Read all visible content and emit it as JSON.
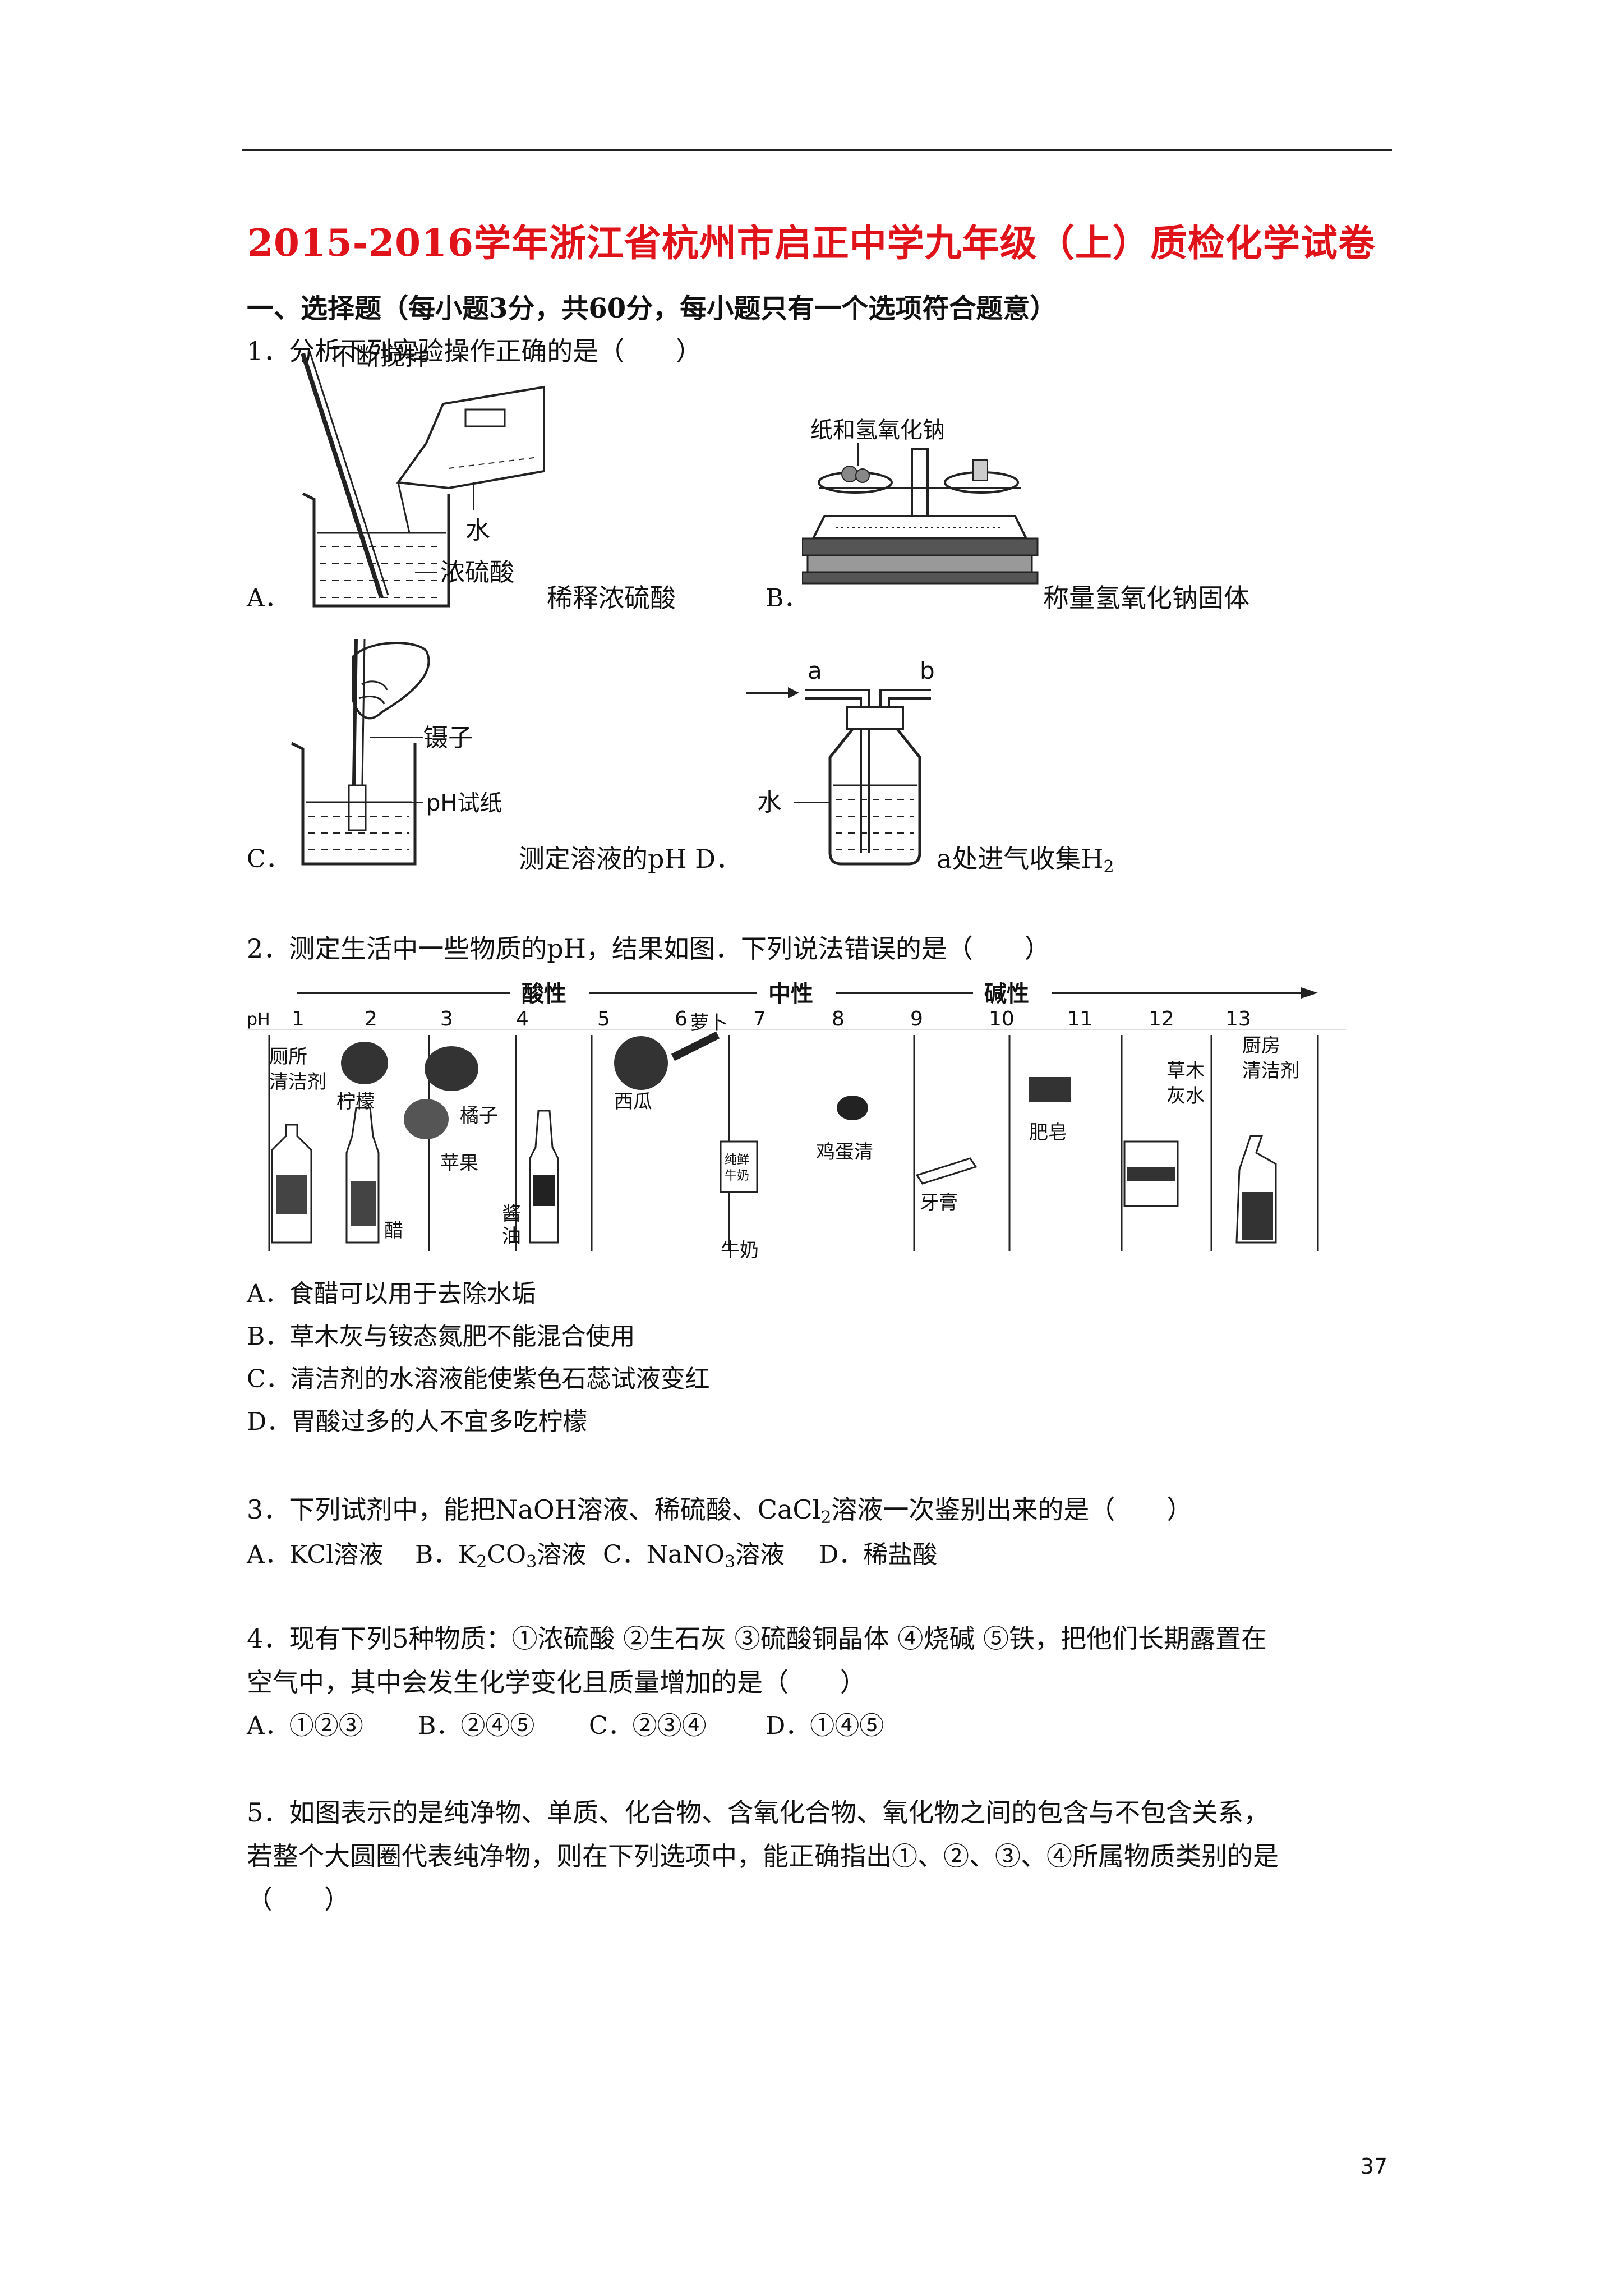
{
  "title": "2015-2016学年浙江省杭州市启正中学九年级（上）质检化学试卷",
  "section": "一、选择题（每小题3分，共60分，每小题只有一个选项符合题意）",
  "q1": {
    "stem": "1．分析下列实验操作正确的是（　　）",
    "a_letter": "A．",
    "a_caption": "稀释浓硫酸",
    "a_labels": [
      "不断搅拌",
      "水",
      "浓硫酸"
    ],
    "b_letter": "B．",
    "b_caption": "称量氢氧化钠固体",
    "b_label": "纸和氢氧化钠",
    "c_letter": "C．",
    "c_caption": "测定溶液的pH D．",
    "c_labels": [
      "镊子",
      "pH试纸"
    ],
    "d_caption_pre": "a处进气收集H",
    "d_caption_sub": "2",
    "d_labels": [
      "a",
      "b",
      "水"
    ]
  },
  "q2": {
    "stem": "2．测定生活中一些物质的pH，结果如图．下列说法错误的是（　　）",
    "regions": [
      "酸性",
      "中性",
      "碱性"
    ],
    "ph_label": "pH",
    "scale": [
      "1",
      "2",
      "3",
      "4",
      "5",
      "6",
      "7",
      "8",
      "9",
      "10",
      "11",
      "12",
      "13"
    ],
    "items": [
      "厕所",
      "清洁剂",
      "柠檬",
      "橘子",
      "苹果",
      "醋",
      "酱",
      "油",
      "西瓜",
      "萝卜",
      "牛奶",
      "鸡蛋清",
      "牙膏",
      "肥皂",
      "草木",
      "灰水",
      "厨房",
      "清洁剂",
      "纯鲜",
      "牛奶"
    ],
    "options": [
      "A．食醋可以用于去除水垢",
      "B．草木灰与铵态氮肥不能混合使用",
      "C．清洁剂的水溶液能使紫色石蕊试液变红",
      "D．胃酸过多的人不宜多吃柠檬"
    ]
  },
  "q3": {
    "stem_pre": "3．下列试剂中，能把NaOH溶液、稀硫酸、CaCl",
    "stem_sub": "2",
    "stem_post": "溶液一次鉴别出来的是（　　）",
    "opt_a": "A．KCl溶液",
    "opt_b_pre": "B．K",
    "opt_b_sub1": "2",
    "opt_b_mid": "CO",
    "opt_b_sub2": "3",
    "opt_b_post": "溶液",
    "opt_c_pre": "C．NaNO",
    "opt_c_sub": "3",
    "opt_c_post": "溶液",
    "opt_d": "D．稀盐酸"
  },
  "q4": {
    "line1": "4．现有下列5种物质：①浓硫酸 ②生石灰 ③硫酸铜晶体 ④烧碱 ⑤铁，把他们长期露置在",
    "line2": "空气中，其中会发生化学变化且质量增加的是（　　）",
    "options": [
      "A．①②③",
      "B．②④⑤",
      "C．②③④",
      "D．①④⑤"
    ]
  },
  "q5": {
    "line1": "5．如图表示的是纯净物、单质、化合物、含氧化合物、氧化物之间的包含与不包含关系，",
    "line2": "若整个大圆圈代表纯净物，则在下列选项中，能正确指出①、②、③、④所属物质类别的是",
    "line3": "（　　）"
  },
  "page_number": "37"
}
